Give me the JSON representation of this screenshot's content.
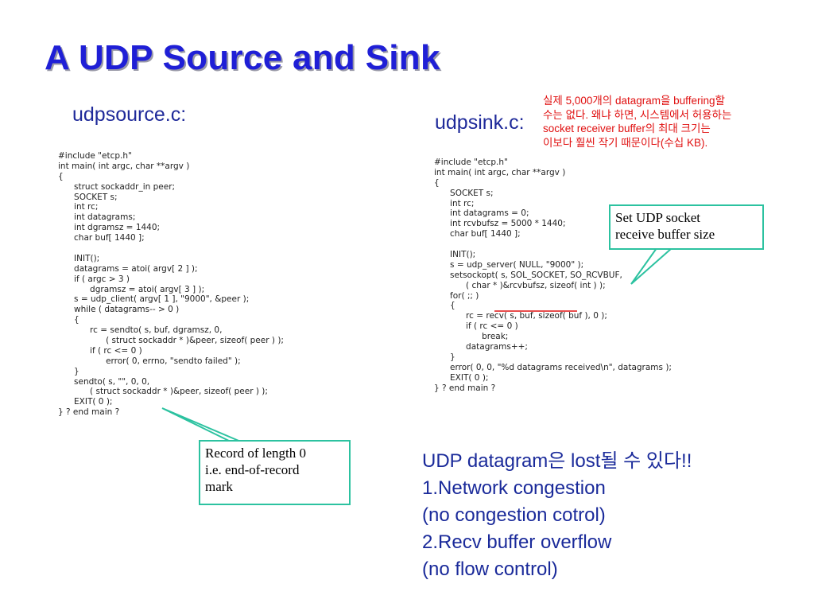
{
  "slide": {
    "title": "A UDP Source and Sink",
    "source_label": "udpsource.c:",
    "sink_label": "udpsink.c:"
  },
  "source_code": [
    "#include \"etcp.h\"",
    "int main( int argc, char **argv )",
    "{",
    "      struct sockaddr_in peer;",
    "      SOCKET s;",
    "      int rc;",
    "      int datagrams;",
    "      int dgramsz = 1440;",
    "      char buf[ 1440 ];",
    "",
    "      INIT();",
    "      datagrams = atoi( argv[ 2 ] );",
    "      if ( argc > 3 )",
    "            dgramsz = atoi( argv[ 3 ] );",
    "      s = udp_client( argv[ 1 ], \"9000\", &peer );",
    "      while ( datagrams-- > 0 )",
    "      {",
    "            rc = sendto( s, buf, dgramsz, 0,",
    "                  ( struct sockaddr * )&peer, sizeof( peer ) );",
    "            if ( rc <= 0 )",
    "                  error( 0, errno, \"sendto failed\" );",
    "      }",
    "      sendto( s, \"\", 0, 0,",
    "            ( struct sockaddr * )&peer, sizeof( peer ) );",
    "      EXIT( 0 );",
    "} ? end main ?"
  ],
  "sink_code": [
    "#include \"etcp.h\"",
    "int main( int argc, char **argv )",
    "{",
    "      SOCKET s;",
    "      int rc;",
    "      int datagrams = 0;",
    "      int rcvbufsz = 5000 * 1440;",
    "      char buf[ 1440 ];",
    "",
    "      INIT();",
    "      s = udp_server( NULL, \"9000\" );",
    "      setsockopt( s, SOL_SOCKET, SO_RCVBUF,",
    "            ( char * )&rcvbufsz, sizeof( int ) );",
    "      for( ;; )",
    "      {",
    "            rc = recv( s, buf, sizeof( buf ), 0 );",
    "            if ( rc <= 0 )",
    "                  break;",
    "            datagrams++;",
    "      }",
    "      error( 0, 0, \"%d datagrams received\\n\", datagrams );",
    "      EXIT( 0 );",
    "} ? end main ?"
  ],
  "note_kr": [
    "실제 5,000개의 datagram을 buffering할",
    "수는 없다. 왜냐 하면, 시스템에서 허용하는",
    "socket receiver buffer의 최대 크기는",
    "이보다 훨씬 작기 때문이다(수십 KB)."
  ],
  "callout_source": [
    "Record of length 0",
    "i.e. end-of-record",
    "mark"
  ],
  "callout_sink": [
    "Set UDP socket",
    "receive buffer size"
  ],
  "summary": [
    "UDP datagram은 lost될 수 있다!!",
    "1.Network congestion",
    "(no congestion cotrol)",
    "2.Recv buffer overflow",
    "(no flow control)"
  ],
  "colors": {
    "title": "#1f1fd6",
    "label": "#1f2a9a",
    "note": "#e01010",
    "callout_border": "#2cc2a0",
    "underline": "#e01010"
  }
}
